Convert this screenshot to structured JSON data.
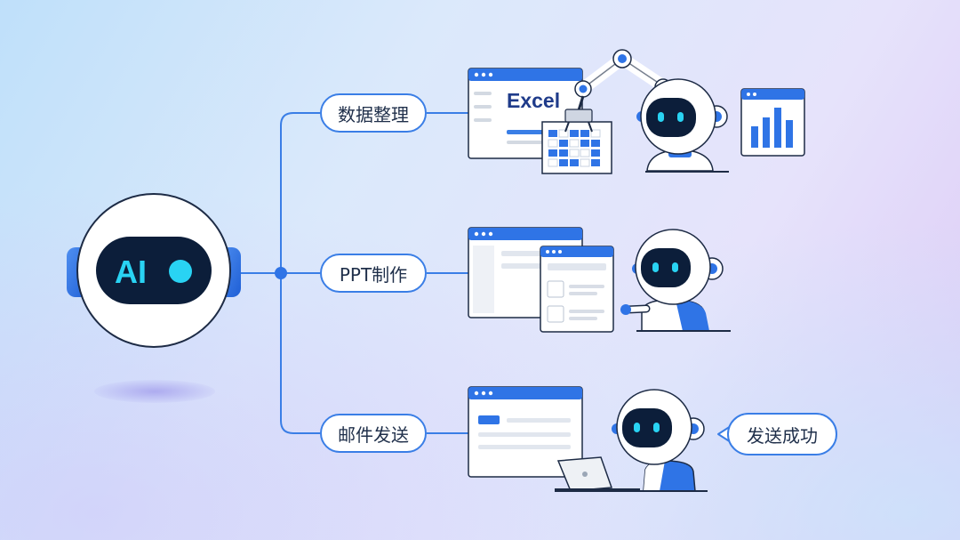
{
  "hub": {
    "label": "AI"
  },
  "branches": [
    {
      "label": "数据整理",
      "window_text": "Excel"
    },
    {
      "label": "PPT制作"
    },
    {
      "label": "邮件发送",
      "status": "发送成功"
    }
  ],
  "colors": {
    "accent": "#3a7ee6",
    "accent_dark": "#1f5fd6",
    "screen": "#0c1e3a",
    "glow": "#29d3f3",
    "text": "#1f2f4a"
  },
  "icons": [
    "robot-hub-icon",
    "robot-arm-icon",
    "bar-chart-icon",
    "laptop-icon",
    "robot-icon"
  ]
}
